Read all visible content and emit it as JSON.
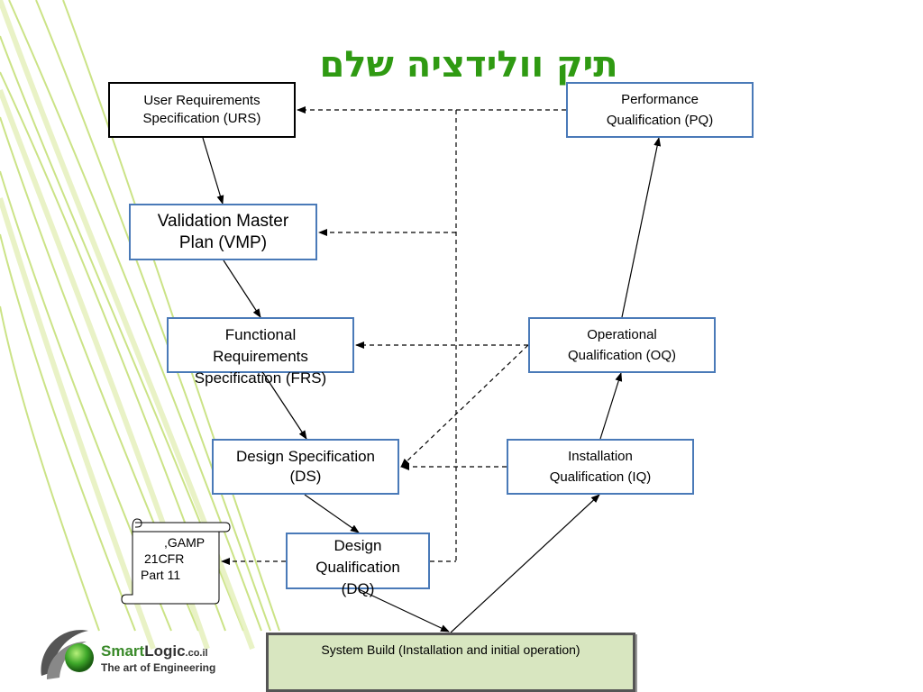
{
  "title": "תיק וולידציה שלם",
  "boxes": {
    "urs": {
      "line1": "User Requirements",
      "line2": "Specification (URS)"
    },
    "vmp": {
      "line1": "Validation Master",
      "line2": "Plan (VMP)"
    },
    "frs": {
      "line1": "Functional",
      "line2": "Requirements",
      "line3": "Specification (FRS)"
    },
    "ds": {
      "line1": "Design Specification",
      "line2": "(DS)"
    },
    "dq": {
      "line1": "Design",
      "line2": "Qualification",
      "line3": "(DQ)"
    },
    "pq": {
      "line1": "Performance",
      "line2": "Qualification (PQ)"
    },
    "oq": {
      "line1": "Operational",
      "line2": "Qualification (OQ)"
    },
    "iq": {
      "line1": "Installation",
      "line2": "Qualification (IQ)"
    }
  },
  "build": {
    "label": "System Build (Installation and initial operation)"
  },
  "scroll": {
    "line1": ",GAMP",
    "line2": "21CFR",
    "line3": "Part 11"
  },
  "logo": {
    "name_a": "Smart",
    "name_b": "Logic",
    "domain": ".co.il",
    "tagline": "The art of Engineering"
  },
  "colors": {
    "title": "#2f9a12",
    "box_border": "#4a7ab8",
    "build_fill": "#d8e6c0",
    "decor_green": "#b8d96a"
  }
}
